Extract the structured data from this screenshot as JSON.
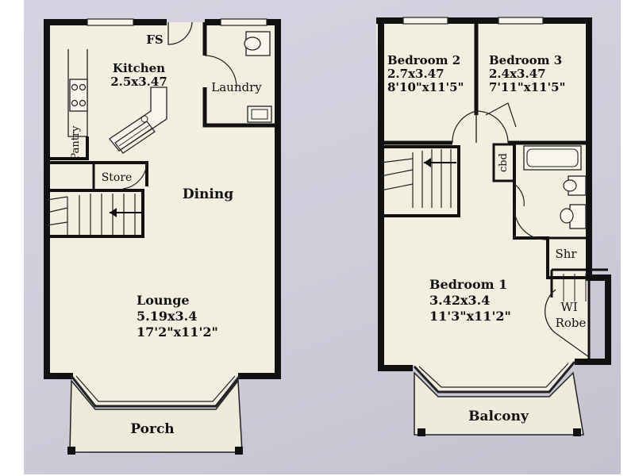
{
  "ground_floor": {
    "fs": "FS",
    "kitchen": {
      "name": "Kitchen",
      "dims": "2.5x3.47"
    },
    "laundry": "Laundry",
    "pantry": "Pantry",
    "store": "Store",
    "dining": "Dining",
    "lounge": {
      "name": "Lounge",
      "dims_metric": "5.19x3.4",
      "dims_imperial": "17'2\"x11'2\""
    },
    "porch": "Porch"
  },
  "first_floor": {
    "bedroom2": {
      "name": "Bedroom 2",
      "dims_metric": "2.7x3.47",
      "dims_imperial": "8'10\"x11'5\""
    },
    "bedroom3": {
      "name": "Bedroom 3",
      "dims_metric": "2.4x3.47",
      "dims_imperial": "7'11\"x11'5\""
    },
    "cbd": "cbd",
    "shower": "Shr",
    "bedroom1": {
      "name": "Bedroom 1",
      "dims_metric": "3.42x3.4",
      "dims_imperial": "11'3\"x11'2\""
    },
    "wi_robe_line1": "WI",
    "wi_robe_line2": "Robe",
    "balcony": "Balcony"
  }
}
